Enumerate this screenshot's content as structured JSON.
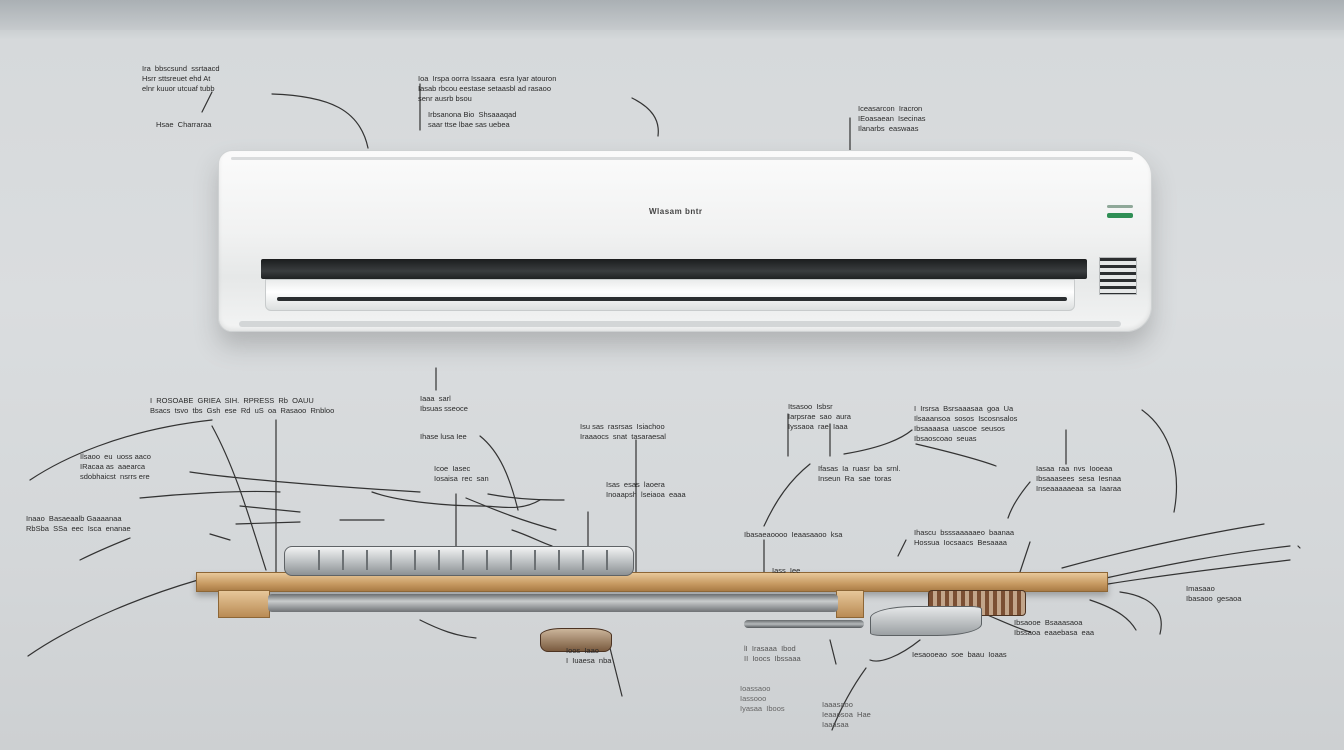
{
  "diagram": {
    "unit_brand": "Wlasam bntr",
    "labels": {
      "top_left_1": "Ira  bbscsund  ssrtaacd\nHsrr sttsreuet ehd At\nelnr kuuor utcuaf tubb",
      "top_left_2": "Hsae  Charraraa",
      "top_center_1": "Ioa  Irspa oorra Issaara  esra Iyar atouron\nIasab rbcou eestase setaasbl ad rasaoo\nsenr ausrb bsou",
      "top_center_2": "Irbsanona Bio  Shsaaaqad\nsaar ttse lbae sas uebea",
      "top_right": "Iceasarcon  Iracron\nIEoasaean  Isecinas\nIlanarbs  easwaas",
      "mid_left_title": "I  ROSOABE  GRIEA  SIH.  RPRESS  Rb  OAUU\nBsacs  tsvo  tbs  Gsh  ese  Rd  uS  oa  Rasaoo  Rnbloo",
      "mid_left_1": "Ilsaoo  eu  uoss aaco\nIRacaa as  aaearca\nsdobhaicst  nsrrs ere",
      "mid_left_2": "Inaao  Basaeaalb Gaaaanaa\nRbSba  SSa  eec  Isca  enanae",
      "mid_c1": "Iaaa  sarl\nIbsuas sseoce",
      "mid_c2": "Ihase lusa Iee",
      "mid_c3": "Icoe  Iasec\nIosaisa  rec  san",
      "mid_c4": "Isu sas  rasrsas  Isiachoo\nIraaaocs  snat  tasaraesal",
      "mid_c5": "Isas  esas  laoera\nInoaapsh  lseiaoa  eaaa",
      "mid_r1": "Itsasoo  Isbsr\nIarpsrae  sao  aura\nIyssaoa  rae  Iaaa",
      "mid_r2": "I  Irsrsa  Bsrsaaasaa  goa  Ua\nIlsaaansoa  sosos  Iscosnsalos\nIbsaaaasa  uascoe  seusos\nIbsaoscoao  seuas",
      "mid_r3": "Ifasas  Ia  ruasr  ba  srnl.\nInseun  Ra  sae  toras",
      "mid_r4": "Iasaa  raa  nvs  Iooeaa\nIbsaaasees  sesa  Iesnaa\nInseaaaaaeaa  sa  Iaaraa",
      "mid_r5": "Ihascu  bsssaaaaaeo  baanaa\nHossua  Iocsaacs  Besaaaa",
      "mid_r6": "Ibasaeaoooo  Ieaasaaoo  ksa",
      "right_edge": "Imasaao\nIbasaoo  gesaoa",
      "bottom_c1": "Ioos  Iaao\nI  Iuaesa  nba",
      "bottom_r1": "Ibsaooe  Bsaaasaoa\nIbssaoa  eaaebasa  eaa",
      "bottom_r2": "Iesaooeao  soe  baau  Ioaas",
      "bottom_hand_1": "lI  Irasaaa  Ibod\nII  Ioocs  Ibssaaa",
      "bottom_hand_2": "Ioassaoo\nIassooo\nIyasaa  Iboos",
      "bottom_hand_3": "Iaaasaoo\nIeaaosoa  Hae\nIaaasaa",
      "shelf_note": "Iass  Iee"
    }
  },
  "colors": {
    "wall": "#d8dbdd",
    "ink": "#2a2a2a",
    "wood": "#c79a62",
    "indicator": "#2f8f55"
  }
}
